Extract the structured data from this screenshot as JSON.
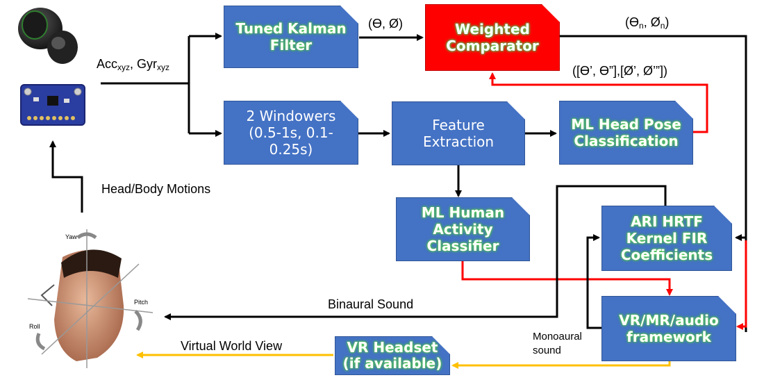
{
  "nodes": {
    "kalman": "Tuned Kalman\nFilter",
    "comparator": "Weighted\nComparator",
    "windowers": "2 Windowers\n(0.5-1s, 0.1-\n0.25s)",
    "feature": "Feature\nExtraction",
    "ml_head_pose": "ML Head Pose\nClassification",
    "ml_har": "ML Human\nActivity\nClassifier",
    "ari_hrtf": "ARI HRTF\nKernel FIR\nCoefficients",
    "framework": "VR/MR/audio\nframework",
    "vr_headset": "VR Headset\n(if available)"
  },
  "labels": {
    "acc": "Acc",
    "acc_sub": "xyz",
    "gyr": ", Gyr",
    "gyr_sub": "xyz",
    "kalman_out": "(ϴ, Ø)",
    "comp_out_a": "(ϴ",
    "comp_out_sub1": "n",
    "comp_out_b": ", Ø",
    "comp_out_sub2": "n",
    "comp_out_c": ")",
    "ml_pose_out": "([ϴ’, ϴ”],[Ø’, Ø’”])",
    "head_body": "Head/Body Motions",
    "binaural": "Binaural Sound",
    "virtual_world": "Virtual World View",
    "monoaural": "Monoaural\nsound",
    "yaw": "Yaw",
    "pitch": "Pitch",
    "roll": "Roll"
  },
  "colors": {
    "box_blue": "#4472c4",
    "box_red": "#ff0000",
    "arrow_black": "#000000",
    "arrow_red": "#ff0000",
    "arrow_yellow": "#ffc000",
    "glow": "#3fb43f"
  },
  "icons": [
    "earbud-icon",
    "imu-sensor-board-icon",
    "human-head-axes-icon"
  ]
}
